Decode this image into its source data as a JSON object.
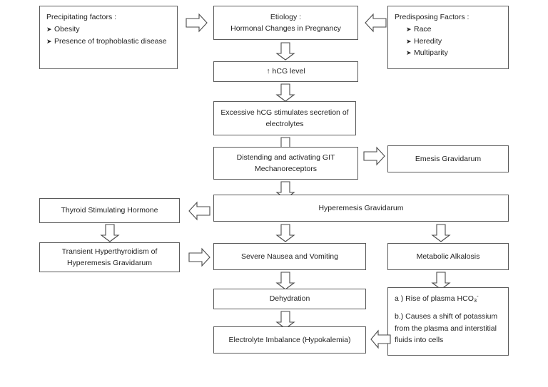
{
  "diagram": {
    "title": "Hyperemesis Gravidarum Pathophysiology Flowchart",
    "colors": {
      "border": "#5a5a5a",
      "text": "#232323",
      "background": "#ffffff"
    },
    "boxes": {
      "precipitating_factors": {
        "heading": "Precipitating factors :",
        "items": [
          "Obesity",
          "Presence of trophoblastic disease"
        ]
      },
      "predisposing_factors": {
        "heading": "Predisposing Factors :",
        "items": [
          "Race",
          "Heredity",
          "Multiparity"
        ]
      },
      "etiology": {
        "line1": "Etiology :",
        "line2": "Hormonal Changes in Pregnancy"
      },
      "hcg_level": {
        "label": "↑ hCG level"
      },
      "excessive_hcg": {
        "line1": "Excessive hCG stimulates secretion of",
        "line2": "electrolytes"
      },
      "distending_git": {
        "line1": "Distending and activating GIT",
        "line2": "Mechanoreceptors"
      },
      "emesis_gravidarum": {
        "label": "Emesis Gravidarum"
      },
      "hyperemesis_gravidarum": {
        "label": "Hyperemesis Gravidarum"
      },
      "thyroid_stimulating_hormone": {
        "label": "Thyroid Stimulating Hormone"
      },
      "transient_hyperthyroidism": {
        "line1": "Transient Hyperthyroidism of",
        "line2": "Hyperemesis Gravidarum"
      },
      "severe_nausea": {
        "label": "Severe Nausea and Vomiting"
      },
      "metabolic_alkalosis": {
        "label": "Metabolic Alkalosis"
      },
      "dehydration": {
        "label": "Dehydration"
      },
      "electrolyte_imbalance": {
        "label": "Electrolyte Imbalance (Hypokalemia)"
      },
      "alkalosis_effects": {
        "item_a_prefix": "a ) Rise of plasma HCO",
        "item_a_sub": "3",
        "item_a_sup": "-",
        "item_b_line1": "b.) Causes a shift of potassium",
        "item_b_line2": "from the plasma and interstitial",
        "item_b_line3": "fluids into cells"
      }
    },
    "arrows": [
      {
        "name": "arrow-precipitating-to-etiology",
        "direction": "right"
      },
      {
        "name": "arrow-predisposing-to-etiology",
        "direction": "left"
      },
      {
        "name": "arrow-etiology-to-hcg",
        "direction": "down"
      },
      {
        "name": "arrow-hcg-to-excessive",
        "direction": "down"
      },
      {
        "name": "arrow-excessive-to-distending",
        "direction": "down"
      },
      {
        "name": "arrow-distending-to-emesis",
        "direction": "right"
      },
      {
        "name": "arrow-distending-to-hyperemesis",
        "direction": "down"
      },
      {
        "name": "arrow-hyperemesis-to-tsh",
        "direction": "left"
      },
      {
        "name": "arrow-tsh-to-transient",
        "direction": "down"
      },
      {
        "name": "arrow-transient-to-severe-nausea",
        "direction": "right"
      },
      {
        "name": "arrow-hyperemesis-to-severe-nausea",
        "direction": "down"
      },
      {
        "name": "arrow-hyperemesis-to-metabolic",
        "direction": "down"
      },
      {
        "name": "arrow-severe-nausea-to-dehydration",
        "direction": "down"
      },
      {
        "name": "arrow-metabolic-to-effects",
        "direction": "down"
      },
      {
        "name": "arrow-dehydration-to-electrolyte",
        "direction": "down"
      },
      {
        "name": "arrow-effects-to-electrolyte",
        "direction": "left"
      }
    ]
  }
}
